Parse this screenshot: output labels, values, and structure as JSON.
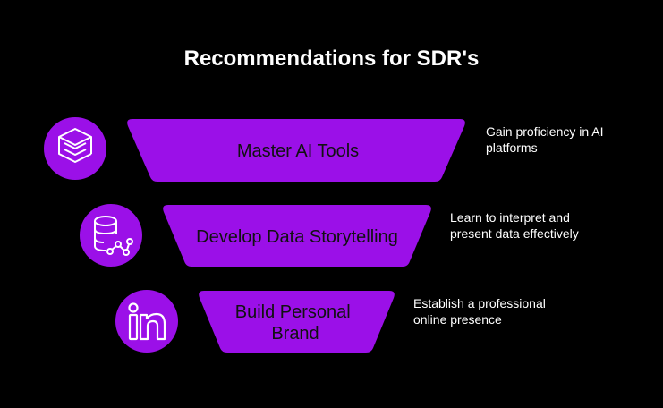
{
  "title": "Recommendations for SDR's",
  "colors": {
    "background": "#000000",
    "accent": "#9B10E8",
    "icon_stroke": "#ffffff",
    "label_text": "#111111",
    "desc_text": "#ffffff"
  },
  "stages": [
    {
      "icon": "layered-box-icon",
      "label_lines": [
        "Master AI Tools"
      ],
      "description_lines": [
        "Gain proficiency in AI",
        "platforms"
      ]
    },
    {
      "icon": "database-network-icon",
      "label_lines": [
        "Develop Data Storytelling"
      ],
      "description_lines": [
        "Learn to interpret and",
        "present data effectively"
      ]
    },
    {
      "icon": "linkedin-icon",
      "label_lines": [
        "Build Personal",
        "Brand"
      ],
      "description_lines": [
        "Establish a professional",
        "online presence"
      ]
    }
  ]
}
